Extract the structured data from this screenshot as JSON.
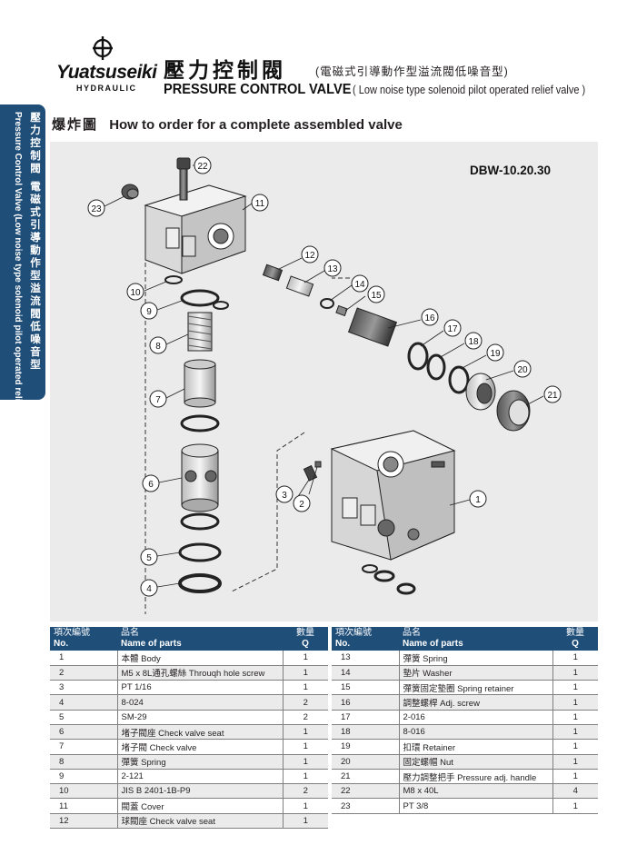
{
  "brand": {
    "name": "Yuatsuseiki",
    "sub": "HYDRAULIC"
  },
  "header": {
    "title_zh": "壓力控制閥",
    "title_zh_sub": "(電磁式引導動作型溢流閥低噪音型)",
    "title_en": "PRESSURE CONTROL VALVE",
    "title_en_sub": "( Low noise type solenoid pilot operated relief valve )"
  },
  "side_tab": {
    "zh": "壓力控制閥 電磁式引導動作型溢流閥低噪音型",
    "en": "Pressure Control Valve (Low noise type solenoid pilot operated relief valve)"
  },
  "section": {
    "zh": "爆炸圖",
    "en": "How to order for a complete assembled valve"
  },
  "diagram": {
    "model": "DBW-10.20.30",
    "callouts": [
      "1",
      "2",
      "3",
      "4",
      "5",
      "6",
      "7",
      "8",
      "9",
      "10",
      "11",
      "12",
      "13",
      "14",
      "15",
      "16",
      "17",
      "18",
      "19",
      "20",
      "21",
      "22",
      "23"
    ]
  },
  "table_headers": {
    "no_zh": "項次編號",
    "no_en": "No.",
    "name_zh": "品名",
    "name_en": "Name of parts",
    "q_zh": "數量",
    "q_en": "Q"
  },
  "parts_left": [
    {
      "no": "1",
      "name": "本體 Body",
      "q": "1"
    },
    {
      "no": "2",
      "name": "M5 x 8L通孔螺絲 Throuqh hole screw",
      "q": "1"
    },
    {
      "no": "3",
      "name": "PT 1/16",
      "q": "1"
    },
    {
      "no": "4",
      "name": "8-024",
      "q": "2"
    },
    {
      "no": "5",
      "name": "SM-29",
      "q": "2"
    },
    {
      "no": "6",
      "name": "堵子閥座 Check valve seat",
      "q": "1"
    },
    {
      "no": "7",
      "name": "堵子閥 Check valve",
      "q": "1"
    },
    {
      "no": "8",
      "name": "彈簧 Spring",
      "q": "1"
    },
    {
      "no": "9",
      "name": "2-121",
      "q": "1"
    },
    {
      "no": "10",
      "name": "JIS B 2401-1B-P9",
      "q": "2"
    },
    {
      "no": "11",
      "name": "閥蓋 Cover",
      "q": "1"
    },
    {
      "no": "12",
      "name": "球閥座 Check valve seat",
      "q": "1"
    }
  ],
  "parts_right": [
    {
      "no": "13",
      "name": "彈簧 Spring",
      "q": "1"
    },
    {
      "no": "14",
      "name": "墊片 Washer",
      "q": "1"
    },
    {
      "no": "15",
      "name": "彈簧固定墊圈 Spring retainer",
      "q": "1"
    },
    {
      "no": "16",
      "name": "調整螺桿 Adj. screw",
      "q": "1"
    },
    {
      "no": "17",
      "name": "2-016",
      "q": "1"
    },
    {
      "no": "18",
      "name": "8-016",
      "q": "1"
    },
    {
      "no": "19",
      "name": "扣環 Retainer",
      "q": "1"
    },
    {
      "no": "20",
      "name": "固定螺帽 Nut",
      "q": "1"
    },
    {
      "no": "21",
      "name": "壓力調整把手 Pressure adj. handle",
      "q": "1"
    },
    {
      "no": "22",
      "name": "M8 x 40L",
      "q": "4"
    },
    {
      "no": "23",
      "name": "PT 3/8",
      "q": "1"
    }
  ]
}
